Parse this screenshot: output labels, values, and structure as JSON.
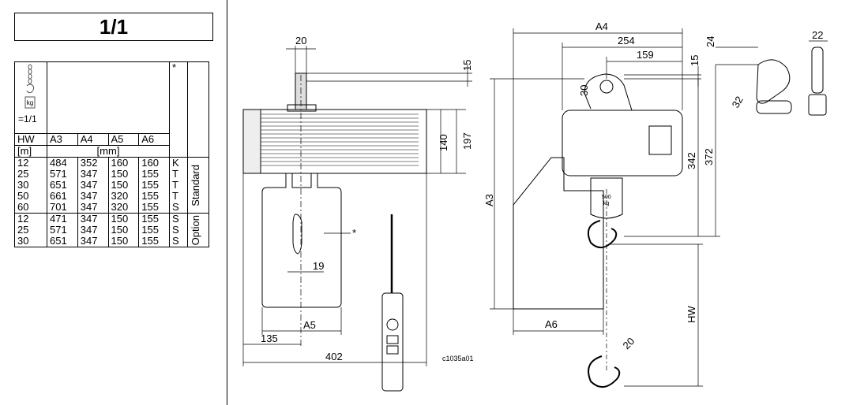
{
  "title": "1/1",
  "table": {
    "star": "*",
    "ratio": "=1/1",
    "headers": [
      "HW",
      "A3",
      "A4",
      "A5",
      "A6"
    ],
    "units": {
      "hw": "[m]",
      "a": "[mm]"
    },
    "standard_label": "Standard",
    "option_label": "Option",
    "standard_rows": [
      [
        "12",
        "484",
        "352",
        "160",
        "160",
        "K"
      ],
      [
        "25",
        "571",
        "347",
        "150",
        "155",
        "T"
      ],
      [
        "30",
        "651",
        "347",
        "150",
        "155",
        "T"
      ],
      [
        "50",
        "661",
        "347",
        "320",
        "155",
        "T"
      ],
      [
        "60",
        "701",
        "347",
        "320",
        "155",
        "S"
      ]
    ],
    "option_rows": [
      [
        "12",
        "471",
        "347",
        "150",
        "155",
        "S"
      ],
      [
        "25",
        "571",
        "347",
        "150",
        "155",
        "S"
      ],
      [
        "30",
        "651",
        "347",
        "150",
        "155",
        "S"
      ]
    ],
    "kg_icon": "kg"
  },
  "dims": {
    "d20": "20",
    "d15a": "15",
    "d197": "197",
    "d140": "140",
    "d19": "19",
    "a5": "A5",
    "d135": "135",
    "d402": "402",
    "a4": "A4",
    "d254": "254",
    "d159": "159",
    "d15b": "15",
    "d24": "24",
    "d22": "22",
    "d30": "30",
    "d32": "32",
    "d342": "342",
    "d372": "372",
    "a3": "A3",
    "a6": "A6",
    "hw": "HW",
    "d20b": "20",
    "star": "*",
    "drawing_id": "c1035a01",
    "plate": "500\nkg"
  }
}
